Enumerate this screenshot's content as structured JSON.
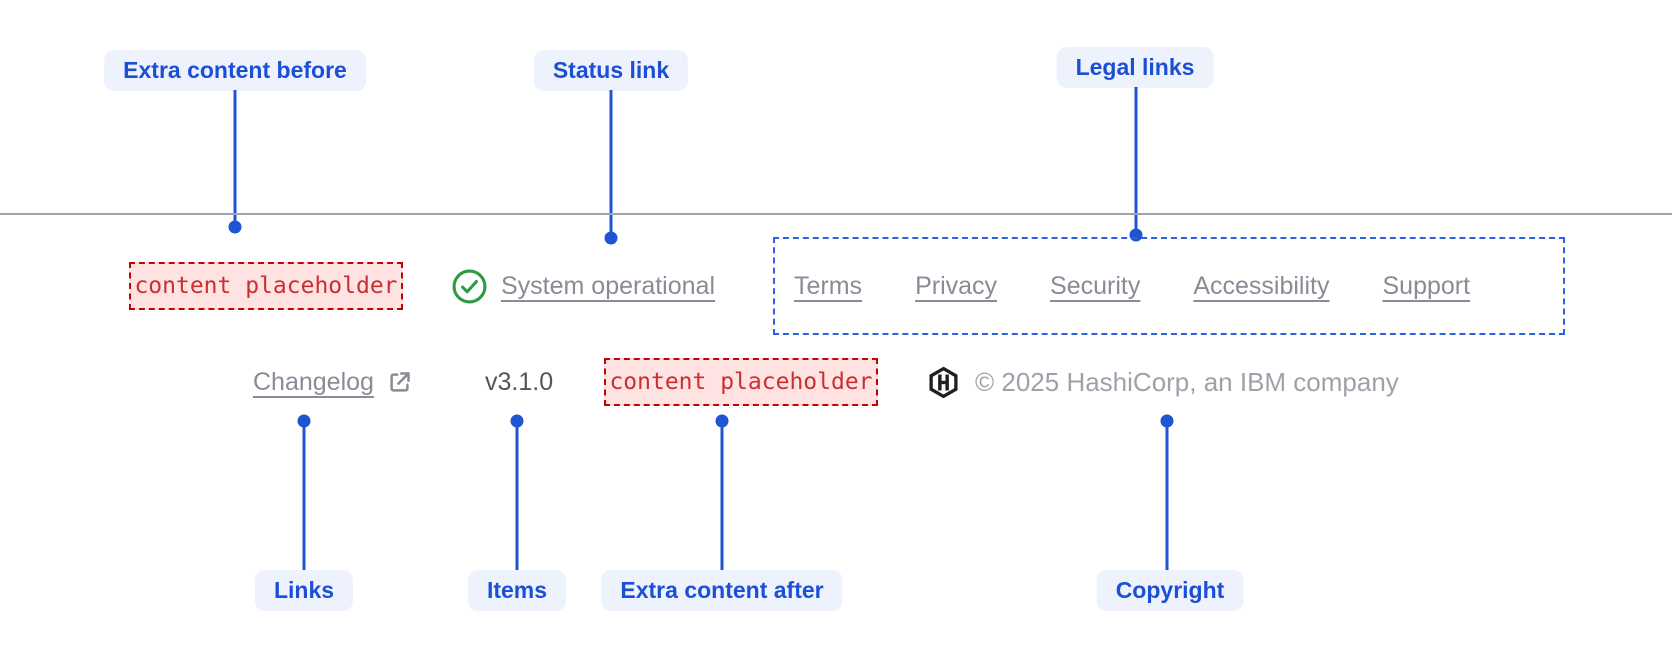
{
  "colors": {
    "accent_blue": "#1f55d2",
    "callout_bg": "#edf2fd",
    "callout_text": "#1b50d6",
    "legal_box_border": "#2b62e4",
    "placeholder_border": "#c70000",
    "placeholder_bg": "#ffe2e2",
    "placeholder_text": "#c9302f",
    "status_green": "#2e9b43",
    "link_gray": "#8d8a95",
    "version_gray": "#53555b",
    "copyright_gray": "#a29fab",
    "divider_gray": "#a5a2ab",
    "logo_black": "#1c1e22"
  },
  "callouts": {
    "top": [
      {
        "label": "Extra content before"
      },
      {
        "label": "Status link"
      },
      {
        "label": "Legal links"
      }
    ],
    "bottom": [
      {
        "label": "Links"
      },
      {
        "label": "Items"
      },
      {
        "label": "Extra content after"
      },
      {
        "label": "Copyright"
      }
    ]
  },
  "footer": {
    "extra_content_before": "content placeholder",
    "status_link": {
      "label": "System operational",
      "icon": "check-circle-icon"
    },
    "legal_links": [
      "Terms",
      "Privacy",
      "Security",
      "Accessibility",
      "Support"
    ],
    "links": [
      {
        "label": "Changelog",
        "icon": "external-link-icon"
      }
    ],
    "version": "v3.1.0",
    "extra_content_after": "content placeholder",
    "copyright": {
      "icon": "hashicorp-logo",
      "text": "© 2025 HashiCorp, an IBM company"
    }
  }
}
